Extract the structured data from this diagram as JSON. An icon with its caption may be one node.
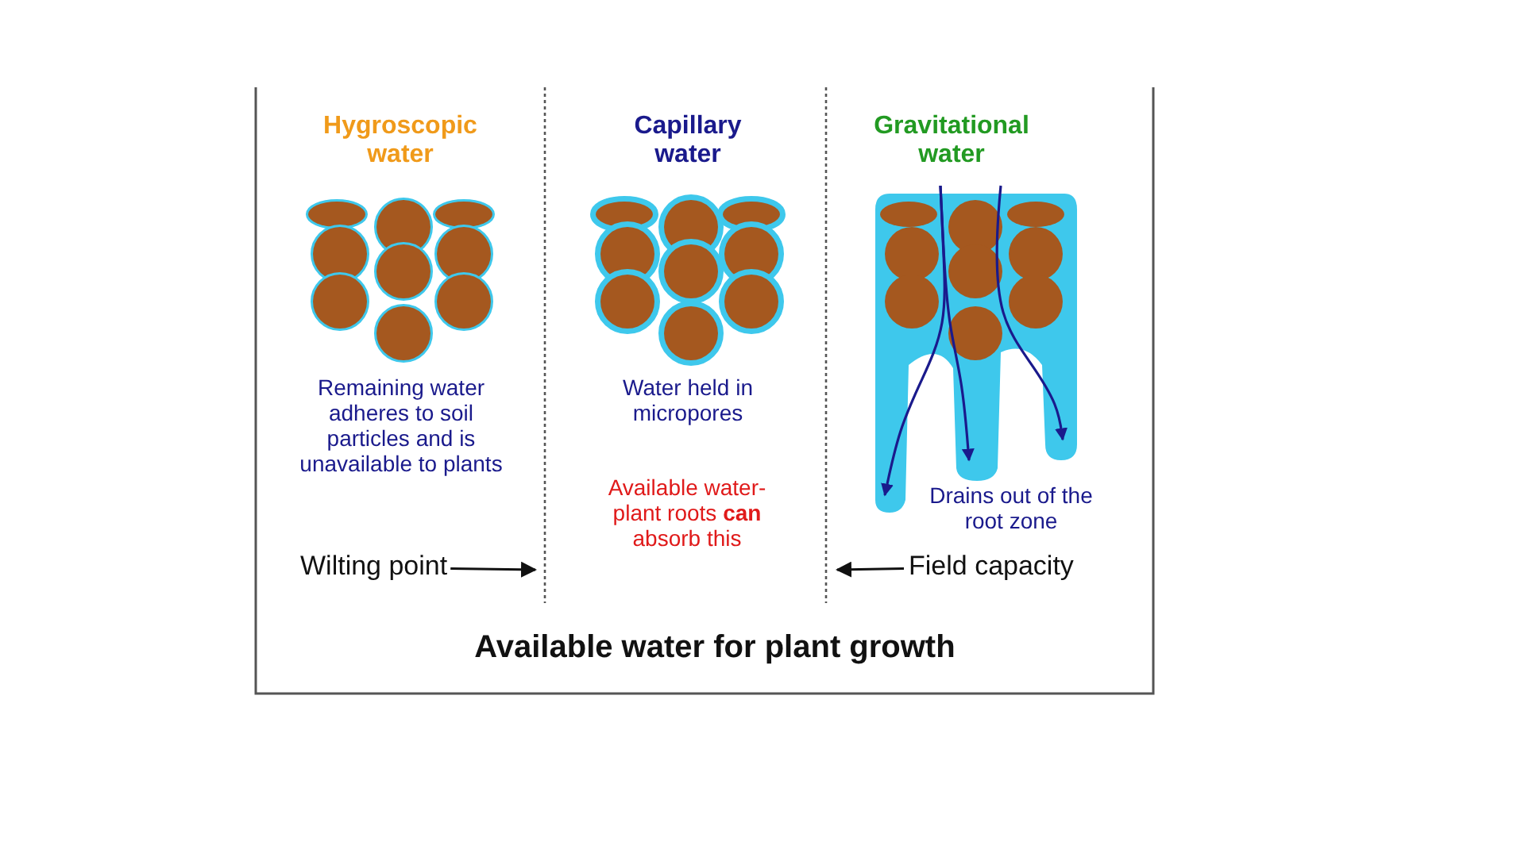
{
  "diagram": {
    "caption": "Available water for plant growth",
    "nodes": [
      {
        "text": [
          "Wilting point"
        ]
      },
      {
        "text": [
          "Field capacity"
        ]
      }
    ],
    "edges": [
      {
        "from": 0,
        "to": null,
        "arrow": "to"
      },
      {
        "from": 1,
        "to": null,
        "arrow": "to"
      }
    ],
    "labels": [
      "Hygroscopic water",
      "Capillary water",
      "Gravitational water",
      "Remaining water adheres to soil particles and is unavailable to plants",
      "Water held in micropores",
      "Available water-plant roots **can** absorb this",
      "Drains out of the root zone"
    ]
  }
}
